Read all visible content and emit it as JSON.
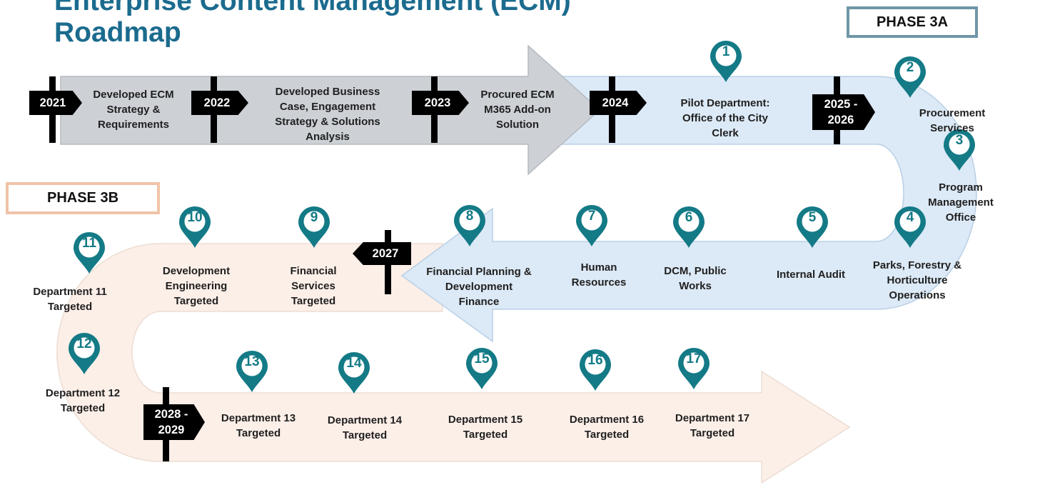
{
  "title": {
    "line1": "Enterprise Content Management (ECM)",
    "line2": "Roadmap"
  },
  "phases": {
    "phase_3a": "PHASE 3A",
    "phase_3b": "PHASE 3B"
  },
  "milestones": [
    {
      "year": "2021",
      "label": "Developed ECM\nStrategy &\nRequirements"
    },
    {
      "year": "2022",
      "label": "Developed Business\nCase, Engagement\nStrategy & Solutions\nAnalysis"
    },
    {
      "year": "2023",
      "label": "Procured ECM\nM365 Add-on\nSolution"
    },
    {
      "year": "2024"
    },
    {
      "year": "2025 -\n2026"
    },
    {
      "year": "2027"
    },
    {
      "year": "2028 -\n2029"
    }
  ],
  "departments": [
    {
      "num": "1",
      "label": "Pilot Department:\nOffice of the City\nClerk"
    },
    {
      "num": "2",
      "label": "Procurement Services"
    },
    {
      "num": "3",
      "label": "Program Management\nOffice"
    },
    {
      "num": "4",
      "label": "Parks, Forestry &\nHorticulture\nOperations"
    },
    {
      "num": "5",
      "label": "Internal Audit"
    },
    {
      "num": "6",
      "label": "DCM, Public\nWorks"
    },
    {
      "num": "7",
      "label": "Human\nResources"
    },
    {
      "num": "8",
      "label": "Financial Planning &\nDevelopment\nFinance"
    },
    {
      "num": "9",
      "label": "Financial\nServices\nTargeted"
    },
    {
      "num": "10",
      "label": "Development\nEngineering\nTargeted"
    },
    {
      "num": "11",
      "label": "Department 11\nTargeted"
    },
    {
      "num": "12",
      "label": "Department 12\nTargeted"
    },
    {
      "num": "13",
      "label": "Department 13\nTargeted"
    },
    {
      "num": "14",
      "label": "Department 14\nTargeted"
    },
    {
      "num": "15",
      "label": "Department 15\nTargeted"
    },
    {
      "num": "16",
      "label": "Department 16\nTargeted"
    },
    {
      "num": "17",
      "label": "Department 17\nTargeted"
    }
  ],
  "colors": {
    "title": "#1b6b8e",
    "completed_band": "#cdd1d6",
    "phase_3a_band": "#dce9f6",
    "phase_3b_band": "#fcefe8",
    "pin": "#137a86",
    "phase_3a_border": "#6f96a6",
    "phase_3b_border": "#f0c4a8"
  }
}
